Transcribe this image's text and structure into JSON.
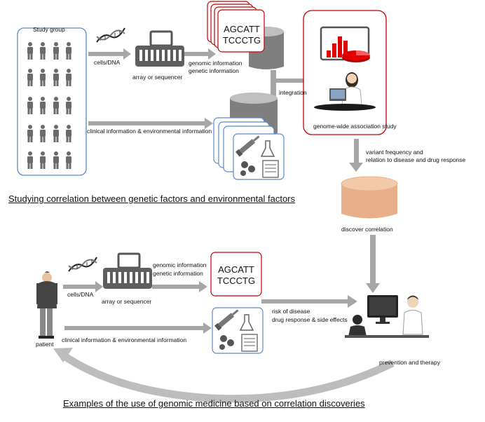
{
  "study": {
    "group_label": "Study group",
    "cells_dna": "cells/DNA",
    "array_label": "array or sequencer",
    "genomic_info": [
      "genomic information",
      "genetic information"
    ],
    "sequence": [
      "AGCATT",
      "TCCCTG"
    ],
    "clinical_info": "clinical information & environmental information",
    "integration": "integration",
    "gwas": "genome-wide association study",
    "variant": [
      "variant frequency and",
      "relation to disease and drug response"
    ],
    "discover": "discover correlation",
    "heading": "Studying correlation between genetic factors and environmental factors"
  },
  "application": {
    "cells_dna": "cells/DNA",
    "array_label": "array or sequencer",
    "genomic_info": [
      "genomic information",
      "genetic information"
    ],
    "sequence": [
      "AGCATT",
      "TCCCTG"
    ],
    "clinical_info": "clinical information & environmental information",
    "patient": "patient",
    "risk": [
      "risk of disease",
      "drug response & side effects"
    ],
    "prevention": "prevention and therapy",
    "heading": "Examples of the use of genomic medicine based on correlation discoveries"
  },
  "colors": {
    "arrow": "#a6a6a6",
    "person": "#6b6b6b",
    "study_box_border": "#5b8ac6",
    "red_border": "#c00000",
    "database": "#e8b08a",
    "chart_red": "#e00000"
  },
  "icons": [
    "dna-icon",
    "sequencer-icon",
    "database-icon",
    "clinical-records-icon",
    "chart-icon",
    "researcher-icon",
    "doctor-icon",
    "patient-icon"
  ]
}
